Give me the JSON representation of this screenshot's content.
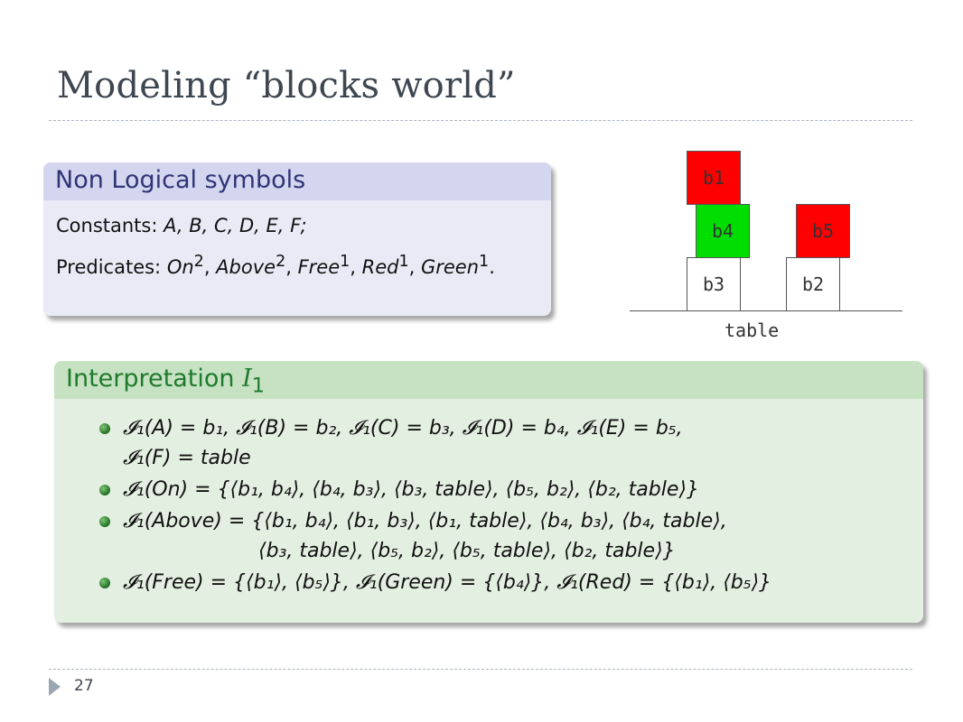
{
  "slide": {
    "title": "Modeling “blocks world”",
    "page_number": "27"
  },
  "non_logical": {
    "header": "Non Logical symbols",
    "constants_label": "Constants:",
    "constants": "A, B, C, D, E, F;",
    "predicates_label": "Predicates:",
    "predicates": [
      {
        "name": "On",
        "arity": "2",
        "sep": ", "
      },
      {
        "name": "Above",
        "arity": "2",
        "sep": ", "
      },
      {
        "name": "Free",
        "arity": "1",
        "sep": ", "
      },
      {
        "name": "Red",
        "arity": "1",
        "sep": ", "
      },
      {
        "name": "Green",
        "arity": "1",
        "sep": "."
      }
    ]
  },
  "interpretation": {
    "header_text": "Interpretation ",
    "header_symbol": "I",
    "header_sub": "1",
    "items": [
      {
        "line1": "𝓘₁(A) = b₁, 𝓘₁(B) = b₂, 𝓘₁(C) = b₃, 𝓘₁(D) = b₄, 𝓘₁(E) = b₅,",
        "line2": "𝓘₁(F) = table"
      },
      {
        "line1": "𝓘₁(On) = {⟨b₁, b₄⟩, ⟨b₄, b₃⟩, ⟨b₃, table⟩, ⟨b₅, b₂⟩, ⟨b₂, table⟩}"
      },
      {
        "line1": "𝓘₁(Above) = {⟨b₁, b₄⟩, ⟨b₁, b₃⟩, ⟨b₁, table⟩, ⟨b₄, b₃⟩, ⟨b₄, table⟩,",
        "line2": "⟨b₃, table⟩, ⟨b₅, b₂⟩, ⟨b₅, table⟩, ⟨b₂, table⟩}"
      },
      {
        "line1": "𝓘₁(Free) = {⟨b₁⟩, ⟨b₅⟩}, 𝓘₁(Green) = {⟨b₄⟩}, 𝓘₁(Red) = {⟨b₁⟩, ⟨b₅⟩}"
      }
    ]
  },
  "blocks_world": {
    "colors": {
      "red": "#ff0000",
      "green": "#00dd00",
      "white": "#ffffff"
    },
    "blocks": {
      "b1": {
        "label": "b1",
        "color": "red"
      },
      "b4": {
        "label": "b4",
        "color": "green"
      },
      "b3": {
        "label": "b3",
        "color": "white"
      },
      "b5": {
        "label": "b5",
        "color": "red"
      },
      "b2": {
        "label": "b2",
        "color": "white"
      }
    },
    "table_label": "table"
  }
}
